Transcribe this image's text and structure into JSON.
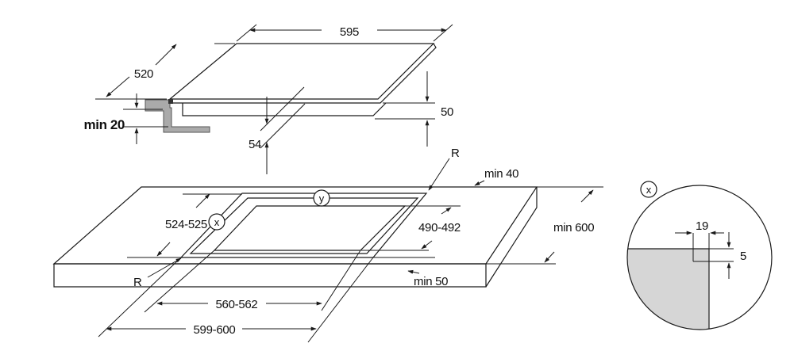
{
  "labels": {
    "width": "595",
    "depth": "520",
    "height": "50",
    "min_clearance": "min 20",
    "thickness": "54",
    "radius_top": "R",
    "radius_left": "R",
    "min_back": "min 40",
    "cutout_depth": "490-492",
    "min_depth": "min 600",
    "min_front": "min 50",
    "cutout_inner_width": "560-562",
    "cutout_outer_width": "599-600",
    "cutout_side": "524-525",
    "marker_x": "x",
    "marker_y": "y",
    "detail_marker": "x",
    "detail_width": "19",
    "detail_height": "5"
  },
  "colors": {
    "line": "#1a1a1a",
    "bracket_fill": "#aaaaaa",
    "detail_fill": "#d6d6d6"
  }
}
